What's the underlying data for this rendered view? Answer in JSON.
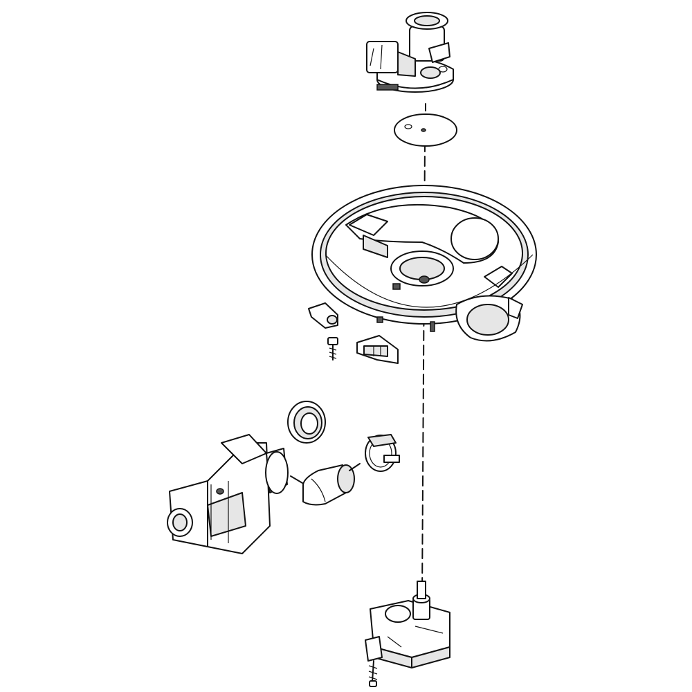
{
  "colors": {
    "background": "#ffffff",
    "line": "#111111",
    "fill": "#ffffff",
    "shade": "#e6e6e6",
    "dark": "#555555"
  },
  "parts": [
    {
      "id": "spray-arm-support"
    },
    {
      "id": "gasket-disc"
    },
    {
      "id": "sump-housing"
    },
    {
      "id": "sensor-bracket"
    },
    {
      "id": "screw"
    },
    {
      "id": "filter-clip"
    },
    {
      "id": "seal-ring"
    },
    {
      "id": "circulation-pump-motor"
    },
    {
      "id": "elbow-hose"
    },
    {
      "id": "hose-clamp"
    },
    {
      "id": "diverter-motor"
    },
    {
      "id": "screw"
    }
  ]
}
